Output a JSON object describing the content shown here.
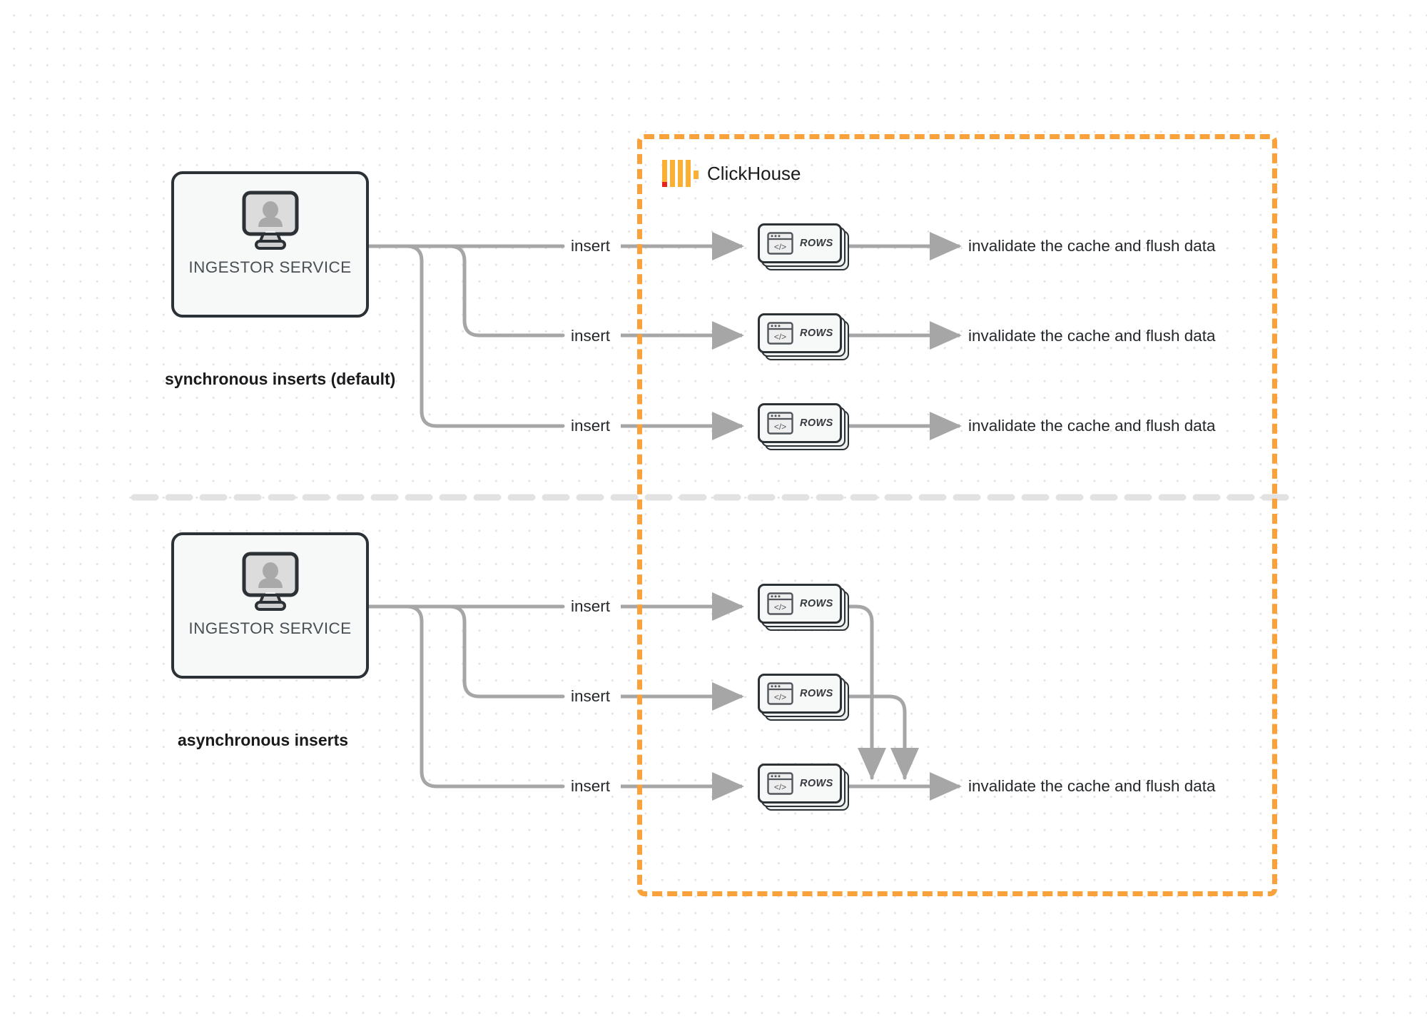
{
  "diagram": {
    "title": "ClickHouse synchronous vs asynchronous inserts",
    "colors": {
      "boundary": "#f9a13a",
      "logo_orange": "#fbb034",
      "logo_red": "#e8231b",
      "node_stroke": "#2c3136",
      "node_fill": "#f7f9f9",
      "edge": "#a6a6a6",
      "divider": "#e0e0e0",
      "text": "#25282b"
    }
  },
  "boundary": {
    "name": "ClickHouse",
    "logo_icon": "clickhouse-logo-icon"
  },
  "sections": [
    {
      "id": "sync",
      "caption": "synchronous inserts (default)",
      "node": {
        "label": "INGESTOR SERVICE",
        "icon": "monitor-user-icon"
      },
      "edges": [
        {
          "label": "insert",
          "target": "ROWS",
          "result": "invalidate the cache and flush data"
        },
        {
          "label": "insert",
          "target": "ROWS",
          "result": "invalidate the cache and flush data"
        },
        {
          "label": "insert",
          "target": "ROWS",
          "result": "invalidate the cache and flush data"
        }
      ]
    },
    {
      "id": "async",
      "caption": "asynchronous inserts",
      "node": {
        "label": "INGESTOR SERVICE",
        "icon": "monitor-user-icon"
      },
      "edges": [
        {
          "label": "insert",
          "target": "ROWS"
        },
        {
          "label": "insert",
          "target": "ROWS"
        },
        {
          "label": "insert",
          "target": "ROWS"
        }
      ],
      "merged_result": "invalidate the cache and flush data"
    }
  ],
  "rows_card": {
    "label": "ROWS",
    "icon": "code-window-icon"
  }
}
